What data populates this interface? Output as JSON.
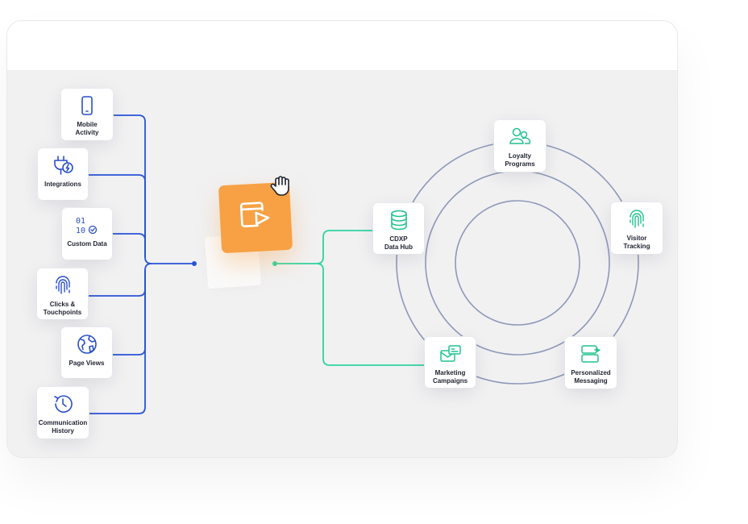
{
  "colors": {
    "blue_line": "#2953d6",
    "teal_line": "#2ed3a0",
    "ring": "#8e99b8",
    "orange": "#f7a144",
    "blue_icon": "#2a4fc9",
    "teal_icon": "#21c28f"
  },
  "sources": [
    {
      "label": "Mobile\nActivity",
      "icon": "phone-icon"
    },
    {
      "label": "Integrations",
      "icon": "plug-icon"
    },
    {
      "label": "Custom Data",
      "icon": "binary-data-icon"
    },
    {
      "label": "Clicks &\nTouchpoints",
      "icon": "fingerprint-icon"
    },
    {
      "label": "Page Views",
      "icon": "globe-icon"
    },
    {
      "label": "Communication\nHistory",
      "icon": "history-icon"
    }
  ],
  "hub": {
    "icon": "play-window-icon",
    "cursor": "hand-pointer-icon"
  },
  "outputs": [
    {
      "label": "CDXP\nData Hub",
      "icon": "database-icon"
    },
    {
      "label": "Loyalty\nPrograms",
      "icon": "users-icon"
    },
    {
      "label": "Visitor\nTracking",
      "icon": "fingerprint-icon"
    },
    {
      "label": "Marketing\nCampaigns",
      "icon": "campaign-icon"
    },
    {
      "label": "Personalized\nMessaging",
      "icon": "message-icon"
    }
  ]
}
